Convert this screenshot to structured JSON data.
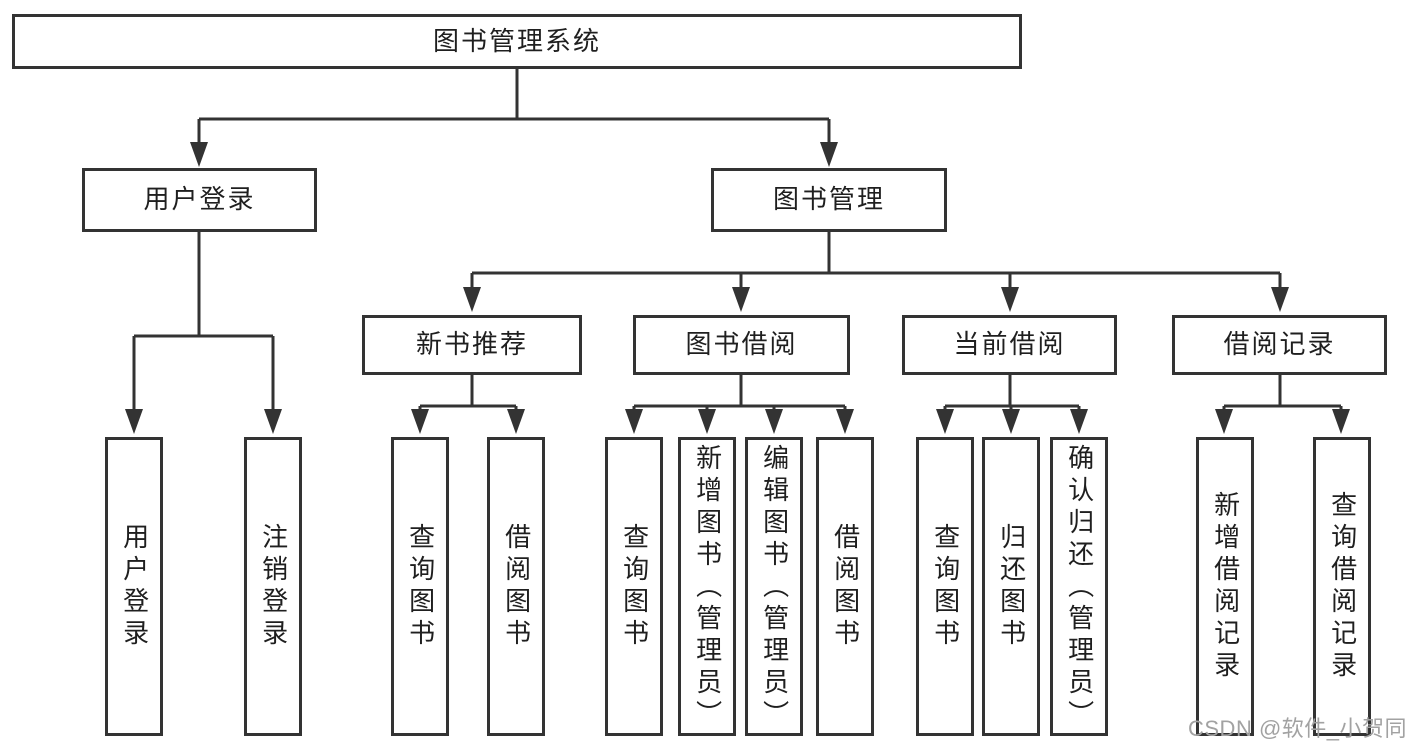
{
  "tree": {
    "root": {
      "label": "图书管理系统",
      "children": [
        {
          "label": "用户登录",
          "children": [
            {
              "label": "用户登录"
            },
            {
              "label": "注销登录"
            }
          ]
        },
        {
          "label": "图书管理",
          "children": [
            {
              "label": "新书推荐",
              "children": [
                {
                  "label": "查询图书"
                },
                {
                  "label": "借阅图书"
                }
              ]
            },
            {
              "label": "图书借阅",
              "children": [
                {
                  "label": "查询图书"
                },
                {
                  "label": "新增图书（管理员）"
                },
                {
                  "label": "编辑图书（管理员）"
                },
                {
                  "label": "借阅图书"
                }
              ]
            },
            {
              "label": "当前借阅",
              "children": [
                {
                  "label": "查询图书"
                },
                {
                  "label": "归还图书"
                },
                {
                  "label": "确认归还（管理员）"
                }
              ]
            },
            {
              "label": "借阅记录",
              "children": [
                {
                  "label": "新增借阅记录"
                },
                {
                  "label": "查询借阅记录"
                }
              ]
            }
          ]
        }
      ]
    }
  },
  "watermark": {
    "text": "CSDN @软件_小贺同学"
  },
  "colors": {
    "line": "#333333",
    "box_border": "#333333",
    "text": "#1f1f1f",
    "background": "#ffffff",
    "watermark": "#a2a2a2"
  }
}
